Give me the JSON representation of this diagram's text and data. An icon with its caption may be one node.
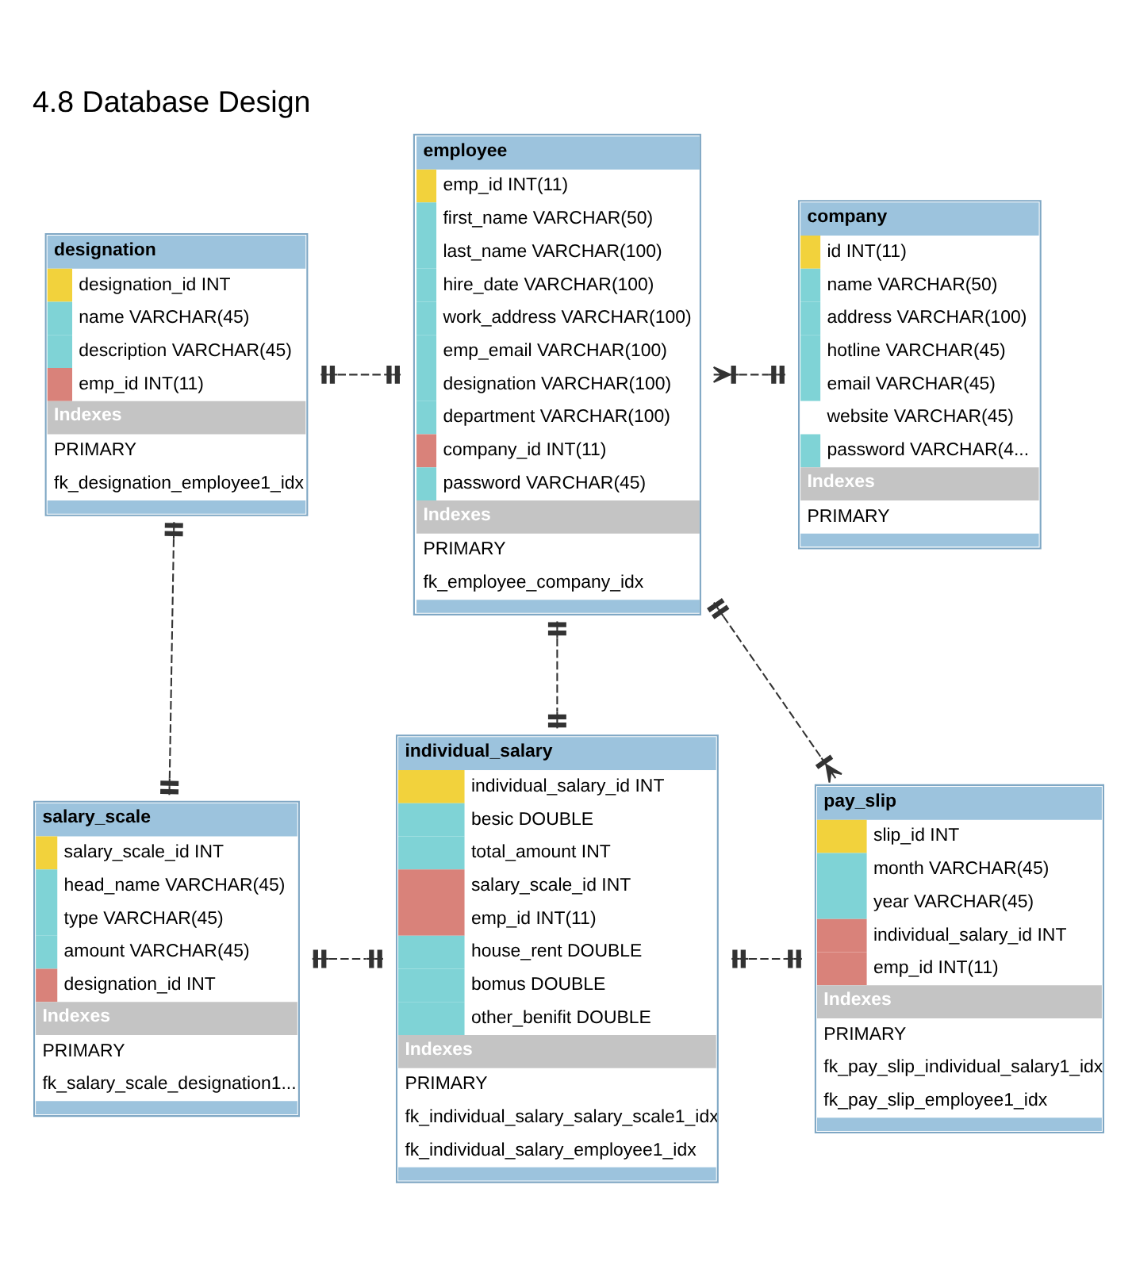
{
  "diagram": {
    "title": "4.8 Database Design",
    "nodes": [
      {
        "text": [
          "designation",
          "designation_id INT",
          "name VARCHAR(45)",
          "description VARCHAR(45)",
          "emp_id INT(11)",
          "Indexes",
          "PRIMARY",
          "fk_designation_employee1_idx"
        ]
      },
      {
        "text": [
          "employee",
          "emp_id INT(11)",
          "first_name VARCHAR(50)",
          "last_name VARCHAR(100)",
          "hire_date VARCHAR(100)",
          "work_address VARCHAR(100)",
          "emp_email VARCHAR(100)",
          "designation VARCHAR(100)",
          "department VARCHAR(100)",
          "company_id INT(11)",
          "password VARCHAR(45)",
          "Indexes",
          "PRIMARY",
          "fk_employee_company_idx"
        ]
      },
      {
        "text": [
          "company",
          "id INT(11)",
          "name VARCHAR(50)",
          "address VARCHAR(100)",
          "hotline VARCHAR(45)",
          "email VARCHAR(45)",
          "website VARCHAR(45)",
          "password VARCHAR(4...",
          "Indexes",
          "PRIMARY"
        ]
      },
      {
        "text": [
          "salary_scale",
          "salary_scale_id INT",
          "head_name VARCHAR(45)",
          "type VARCHAR(45)",
          "amount VARCHAR(45)",
          "designation_id INT",
          "Indexes",
          "PRIMARY",
          "fk_salary_scale_designation1..."
        ]
      },
      {
        "text": [
          "individual_salary",
          "individual_salary_id INT",
          "besic DOUBLE",
          "total_amount INT",
          "salary_scale_id INT",
          "emp_id INT(11)",
          "house_rent DOUBLE",
          "bomus DOUBLE",
          "other_benifit DOUBLE",
          "Indexes",
          "PRIMARY",
          "fk_individual_salary_salary_scale1_idx",
          "fk_individual_salary_employee1_idx"
        ]
      },
      {
        "text": [
          "pay_slip",
          "slip_id INT",
          "month VARCHAR(45)",
          "year VARCHAR(45)",
          "individual_salary_id INT",
          "emp_id INT(11)",
          "Indexes",
          "PRIMARY",
          "fk_pay_slip_individual_salary1_idx",
          "fk_pay_slip_employee1_idx"
        ]
      }
    ],
    "edges": [
      {
        "from": 0,
        "to": 1,
        "arrow": "other",
        "style": "dashed"
      },
      {
        "from": 1,
        "to": 2,
        "arrow": "other",
        "style": "dashed"
      },
      {
        "from": 0,
        "to": 3,
        "arrow": "other",
        "style": "dashed"
      },
      {
        "from": 1,
        "to": 4,
        "arrow": "other",
        "style": "dashed"
      },
      {
        "from": 1,
        "to": 5,
        "arrow": "other",
        "style": "dashed"
      },
      {
        "from": 3,
        "to": 4,
        "arrow": "other",
        "style": "dashed"
      },
      {
        "from": 4,
        "to": 5,
        "arrow": "other",
        "style": "dashed"
      }
    ]
  }
}
